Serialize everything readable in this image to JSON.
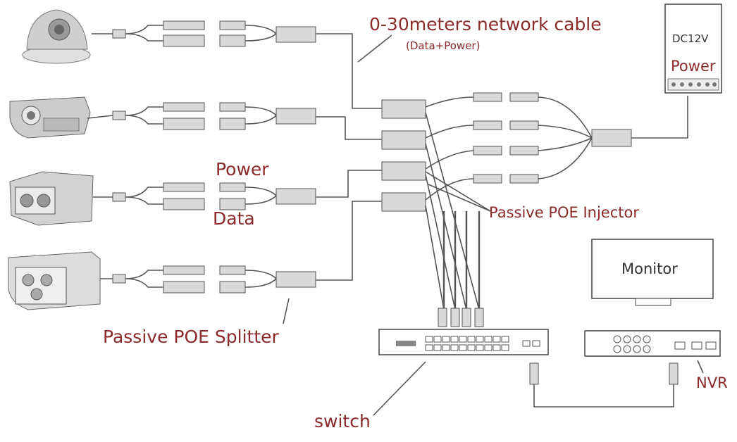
{
  "labels": {
    "cable_title": "0-30meters network cable",
    "cable_subtitle": "(Data+Power)",
    "power": "Power",
    "data": "Data",
    "injector": "Passive POE Injector",
    "splitter": "Passive POE Splitter",
    "switch": "switch",
    "nvr": "NVR",
    "monitor": "Monitor",
    "psu_voltage": "DC12V",
    "psu_power": "Power"
  },
  "colors": {
    "label_text": "#8b2a2a",
    "line": "#555555",
    "psu_fill": "#ffffff"
  },
  "cameras": [
    {
      "type": "dome-camera-icon"
    },
    {
      "type": "bullet-camera-icon"
    },
    {
      "type": "box-camera-icon"
    },
    {
      "type": "bullet-camera-icon"
    }
  ]
}
